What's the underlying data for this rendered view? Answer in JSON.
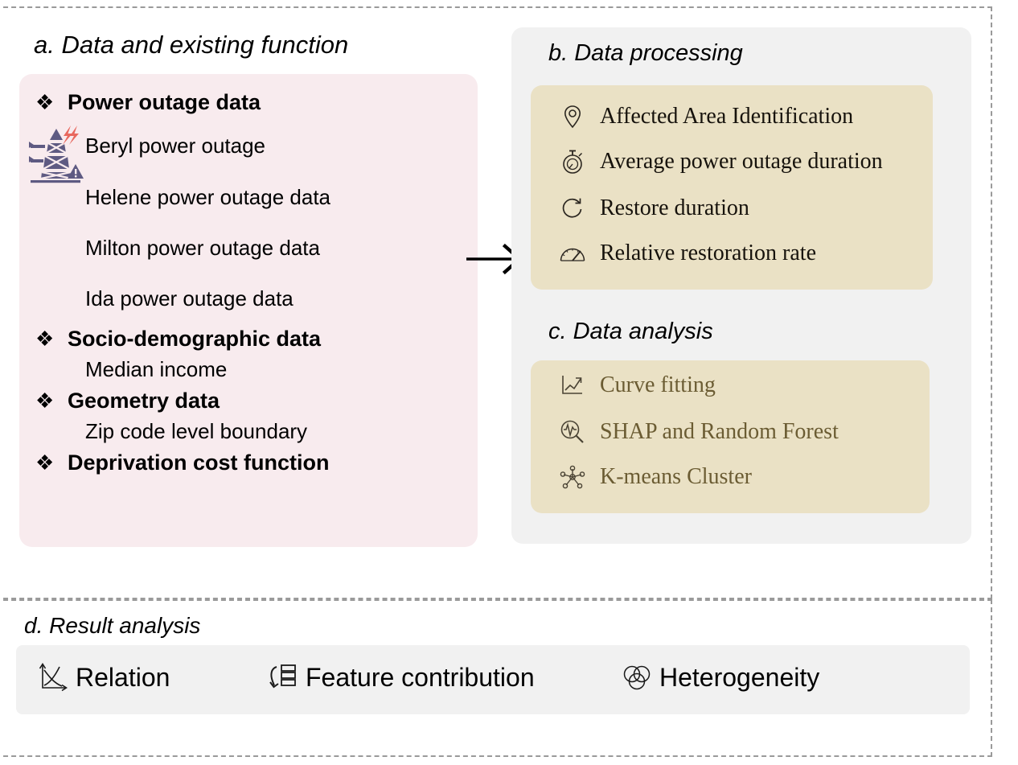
{
  "figure": {
    "type": "flowchart-diagram",
    "colors": {
      "pink_card": "#F8EBEE",
      "beige_card": "#EAE1C5",
      "gray_panel": "#F1F1F1",
      "dashed_border": "#9A9A9A",
      "analysis_text": "#6B5C33",
      "tower_icon": "#5E5A82",
      "bolt_icon": "#E8685E"
    }
  },
  "section_a": {
    "title": "a. Data and existing function",
    "items": [
      {
        "bullet": "❖",
        "text": "Power outage data",
        "level": "head"
      },
      {
        "bullet": "",
        "text": "Beryl power outage",
        "level": "sub"
      },
      {
        "bullet": "",
        "text": "Helene power outage data",
        "level": "sub"
      },
      {
        "bullet": "",
        "text": "Milton power outage data",
        "level": "sub"
      },
      {
        "bullet": "",
        "text": "Ida power outage data",
        "level": "sub"
      },
      {
        "bullet": "❖",
        "text": "Socio-demographic data",
        "level": "head"
      },
      {
        "bullet": "",
        "text": "Median income",
        "level": "sub"
      },
      {
        "bullet": "❖",
        "text": "Geometry data",
        "level": "head"
      },
      {
        "bullet": "",
        "text": "Zip code level boundary",
        "level": "sub"
      },
      {
        "bullet": "❖",
        "text": "Deprivation cost function",
        "level": "head"
      }
    ],
    "icon": "power-tower-outage-icon"
  },
  "section_b": {
    "title": "b. Data processing",
    "items": [
      {
        "icon": "map-pin-icon",
        "label": "Affected Area Identification"
      },
      {
        "icon": "stopwatch-icon",
        "label": "Average power outage duration"
      },
      {
        "icon": "restore-arrow-icon",
        "label": "Restore duration"
      },
      {
        "icon": "gauge-icon",
        "label": "Relative restoration rate"
      }
    ]
  },
  "section_c": {
    "title": "c. Data analysis",
    "items": [
      {
        "icon": "trending-up-chart-icon",
        "label": "Curve fitting"
      },
      {
        "icon": "magnifier-waveform-icon",
        "label": "SHAP and Random Forest"
      },
      {
        "icon": "cluster-nodes-icon",
        "label": "K-means Cluster"
      }
    ]
  },
  "section_d": {
    "title": "d. Result analysis",
    "items": [
      {
        "icon": "axes-relation-icon",
        "label": "Relation"
      },
      {
        "icon": "stacked-bars-arrow-icon",
        "label": "Feature contribution"
      },
      {
        "icon": "venn-circles-icon",
        "label": "Heterogeneity"
      }
    ]
  },
  "flow": {
    "arrow": "arrow-right-icon"
  }
}
